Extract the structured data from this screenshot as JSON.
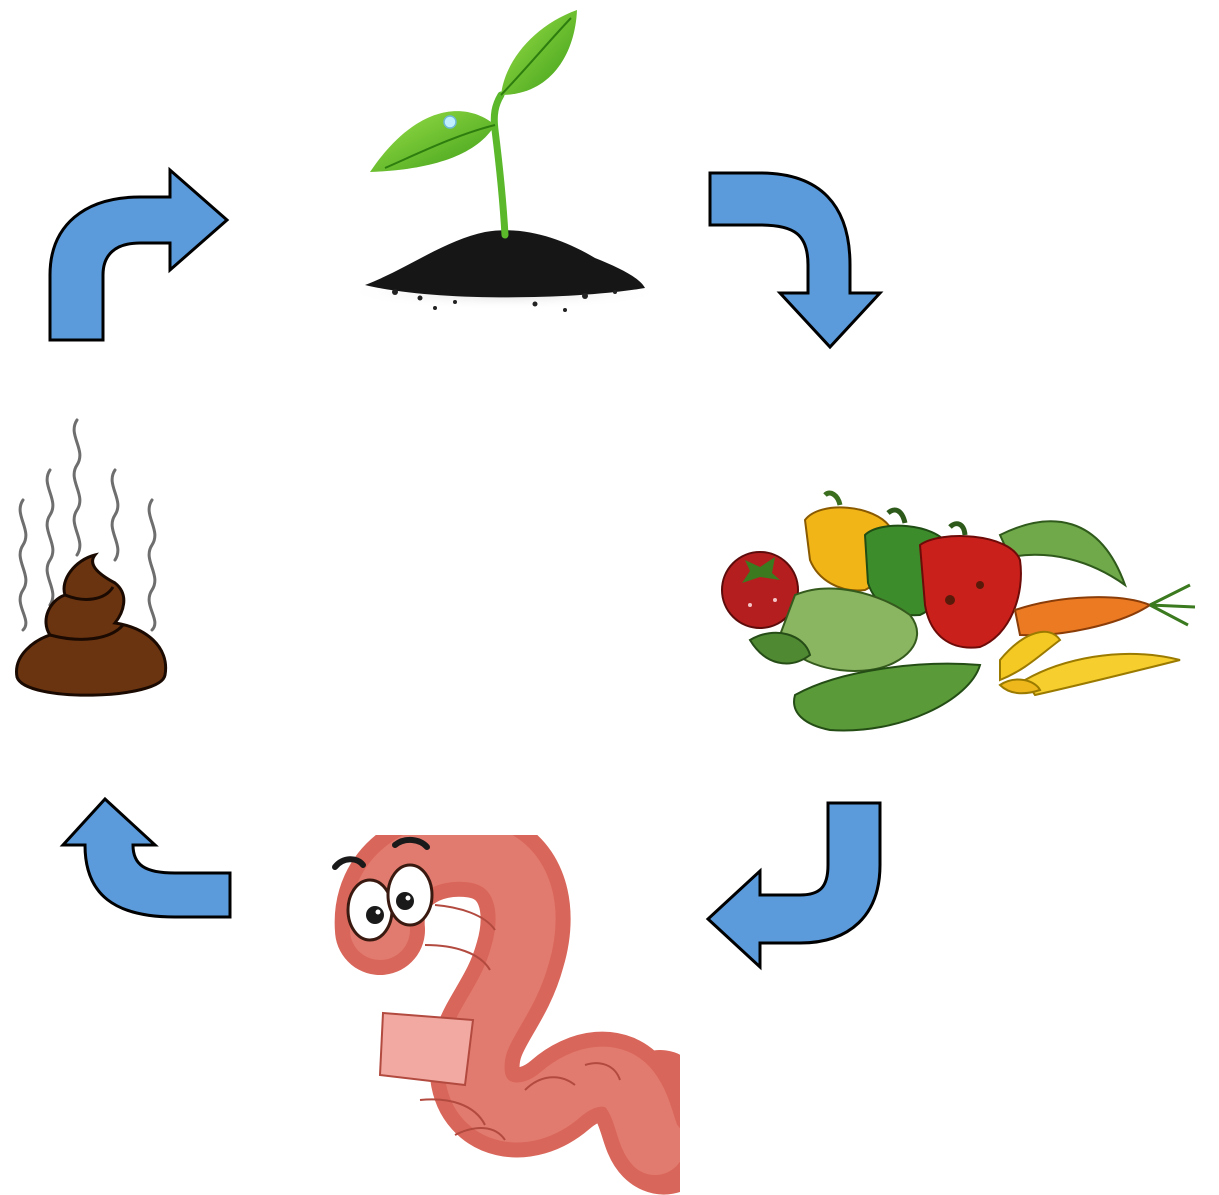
{
  "diagram": {
    "type": "cycle",
    "stages": [
      {
        "id": "seedling",
        "icon": "seedling-in-soil-icon"
      },
      {
        "id": "food-scraps",
        "icon": "rotting-vegetables-icon"
      },
      {
        "id": "worm",
        "icon": "cartoon-worm-icon"
      },
      {
        "id": "castings",
        "icon": "worm-castings-icon"
      }
    ],
    "arrows": [
      {
        "from": "seedling",
        "to": "food-scraps",
        "icon": "curved-arrow-down-icon"
      },
      {
        "from": "food-scraps",
        "to": "worm",
        "icon": "curved-arrow-left-icon"
      },
      {
        "from": "worm",
        "to": "castings",
        "icon": "curved-arrow-up-icon"
      },
      {
        "from": "castings",
        "to": "seedling",
        "icon": "curved-arrow-right-icon"
      }
    ],
    "colors": {
      "arrow_fill": "#5b9bdc",
      "arrow_stroke": "#000000",
      "leaf_green": "#5fbf2a",
      "soil": "#1a1a1a",
      "poop_brown": "#6b3410",
      "worm_body": "#d9665a",
      "worm_band": "#f2a9a1"
    }
  }
}
